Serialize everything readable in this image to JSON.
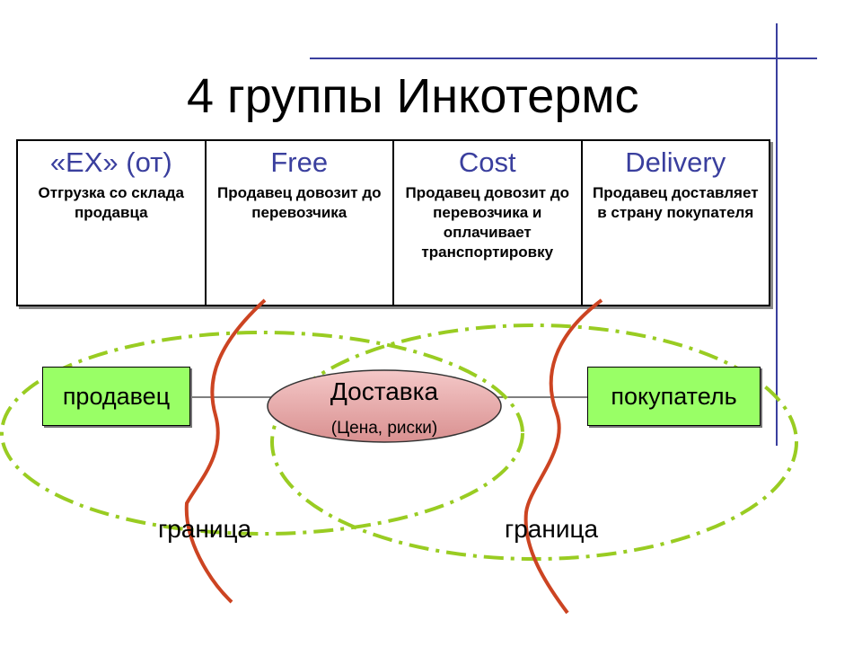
{
  "title": "4 группы Инкотермс",
  "groups": [
    {
      "name": "«EX» (от)",
      "desc": "Отгрузка со склада продавца"
    },
    {
      "name": "Free",
      "desc": "Продавец довозит до перевозчика"
    },
    {
      "name": "Cost",
      "desc": "Продавец довозит до перевозчика и оплачивает транспортировку"
    },
    {
      "name": "Delivery",
      "desc": "Продавец доставляет в страну покупателя"
    }
  ],
  "diagram": {
    "seller": "продавец",
    "buyer": "покупатель",
    "delivery_title": "Доставка",
    "delivery_sub": "(Цена, риски)",
    "border_left": "граница",
    "border_right": "граница"
  },
  "colors": {
    "accent": "#3a3f9e",
    "box_fill": "#99ff66",
    "oval_fill": "#e8aaaa",
    "border_line": "#cc4422",
    "zone_dash": "#99cc22"
  }
}
